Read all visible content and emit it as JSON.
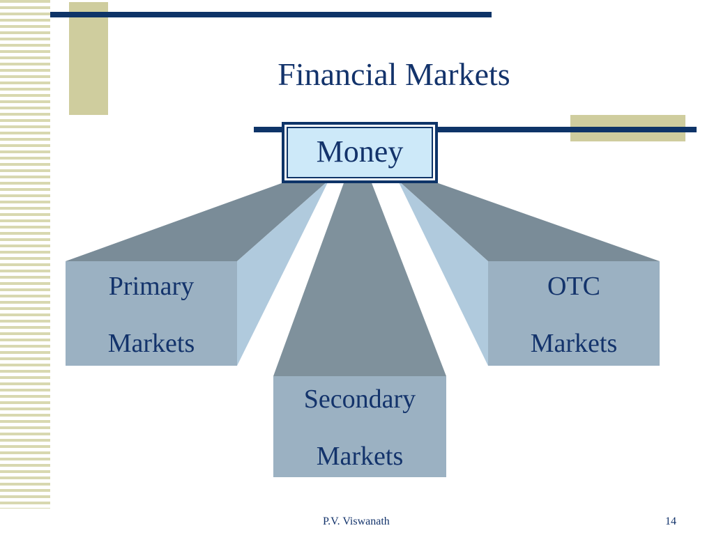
{
  "slide": {
    "title": "Financial Markets",
    "footer_author": "P.V. Viswanath",
    "page_number": "14"
  },
  "diagram": {
    "root": "Money",
    "branches": [
      {
        "line1": "Primary",
        "line2": "Markets"
      },
      {
        "line1": "Secondary",
        "line2": "Markets"
      },
      {
        "line1": "OTC",
        "line2": "Markets"
      }
    ]
  },
  "colors": {
    "title": "#13336b",
    "accent_bar": "#0e3468",
    "khaki": "#cfcd9e",
    "root_fill": "#cde9f9",
    "box_front": "#9bb1c2",
    "box_top": "#7a8c98",
    "box_side": "#b0cadd"
  }
}
